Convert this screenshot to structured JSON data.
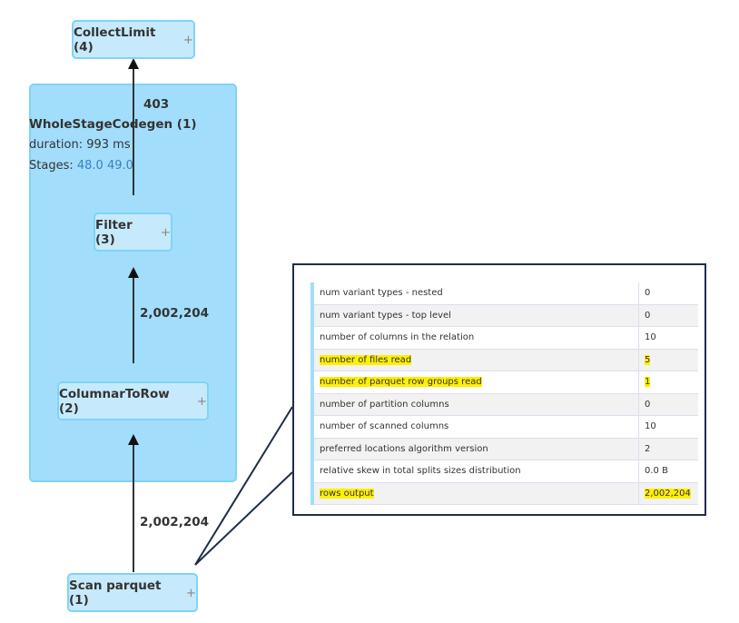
{
  "nodes": {
    "collect_limit": {
      "label": "CollectLimit (4)",
      "plus": "+"
    },
    "filter": {
      "label": "Filter (3)",
      "plus": "+"
    },
    "columnar_to_row": {
      "label": "ColumnarToRow (2)",
      "plus": "+"
    },
    "scan_parquet": {
      "label": "Scan parquet (1)",
      "plus": "+"
    }
  },
  "cluster": {
    "title": "WholeStageCodegen (1)",
    "duration": "duration: 993 ms",
    "stages_label": "Stages:",
    "stages": [
      "48.0",
      "49.0"
    ]
  },
  "edges": {
    "filter_to_collect": "403",
    "columnar_to_filter": "2,002,204",
    "scan_to_columnar": "2,002,204"
  },
  "metrics": [
    {
      "name": "num variant types - nested",
      "value": "0",
      "highlight": false
    },
    {
      "name": "num variant types - top level",
      "value": "0",
      "highlight": false
    },
    {
      "name": "number of columns in the relation",
      "value": "10",
      "highlight": false
    },
    {
      "name": "number of files read",
      "value": "5",
      "highlight": true
    },
    {
      "name": "number of parquet row groups read",
      "value": "1",
      "highlight": true
    },
    {
      "name": "number of partition columns",
      "value": "0",
      "highlight": false
    },
    {
      "name": "number of scanned columns",
      "value": "10",
      "highlight": false
    },
    {
      "name": "preferred locations algorithm version",
      "value": "2",
      "highlight": false
    },
    {
      "name": "relative skew in total splits sizes distribution",
      "value": "0.0 B",
      "highlight": false
    },
    {
      "name": "rows output",
      "value": "2,002,204",
      "highlight": true
    }
  ],
  "colors": {
    "node_bg": "#c6eafc",
    "cluster_bg": "#a2defc",
    "highlight": "#ffef00",
    "stage_link": "#3a7ec4"
  }
}
